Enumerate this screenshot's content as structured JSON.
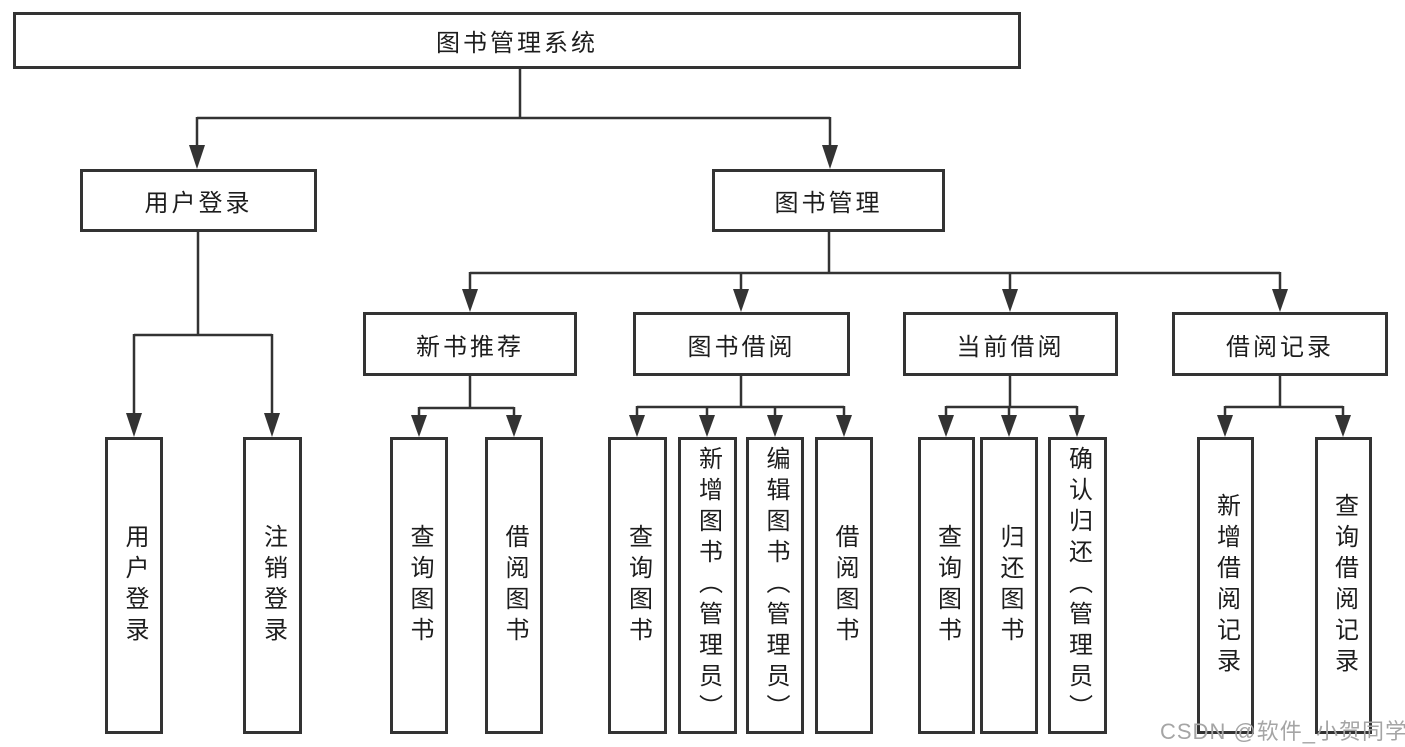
{
  "tree": {
    "root": "图书管理系统",
    "level2": [
      "用户登录",
      "图书管理"
    ],
    "level3": [
      "新书推荐",
      "图书借阅",
      "当前借阅",
      "借阅记录"
    ],
    "user_login_children": [
      "用户登录",
      "注销登录"
    ],
    "new_books_children": [
      "查询图书",
      "借阅图书"
    ],
    "book_borrow_children": [
      "查询图书",
      "新增图书（管理员）",
      "编辑图书（管理员）",
      "借阅图书"
    ],
    "current_borrow_children": [
      "查询图书",
      "归还图书",
      "确认归还（管理员）"
    ],
    "borrow_records_children": [
      "新增借阅记录",
      "查询借阅记录"
    ]
  },
  "watermark": "CSDN @软件_小贺同学",
  "colors": {
    "line": "#333333",
    "text": "#1d1d1d",
    "watermark": "#a5a5a5",
    "background": "#ffffff"
  }
}
